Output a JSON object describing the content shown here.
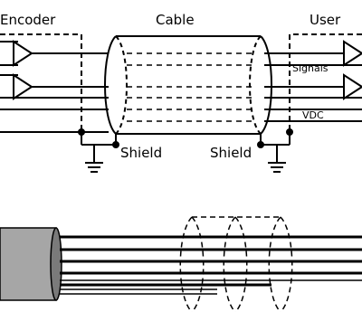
{
  "labels": {
    "encoder": "Encoder",
    "cable": "Cable",
    "user": "User",
    "signals": "Signals",
    "vdc": "VDC",
    "shield_left": "Shield",
    "shield_right": "Shield"
  },
  "colors": {
    "line": "#000000",
    "jacket": "#a6a6a6",
    "jacket_end": "#7a7a7a",
    "background": "#ffffff"
  }
}
